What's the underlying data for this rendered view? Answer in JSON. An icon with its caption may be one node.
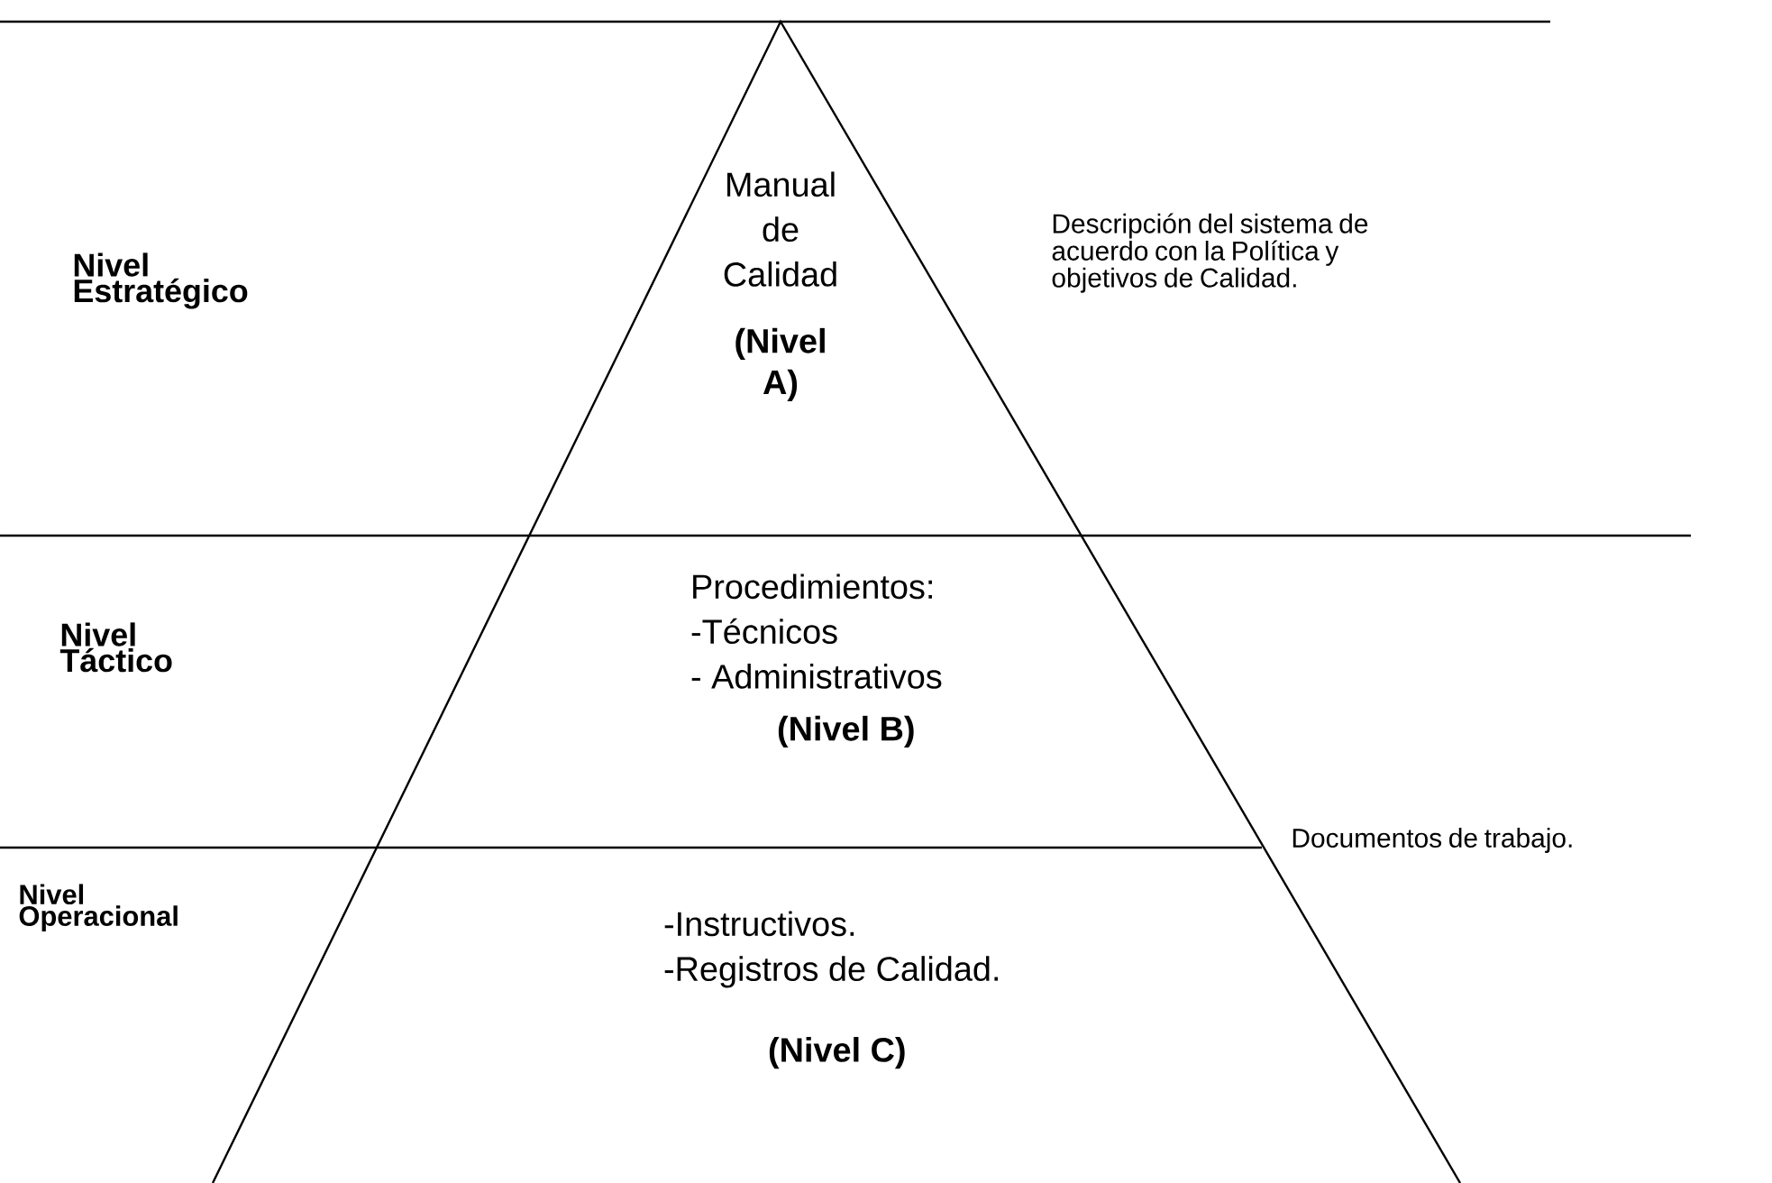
{
  "diagram": {
    "nodes": [
      {
        "text": [
          "Manual de Calidad",
          "(Nivel A)"
        ]
      },
      {
        "text": [
          "Procedimientos:",
          "-Técnicos",
          "- Administrativos",
          "(Nivel B)"
        ]
      },
      {
        "text": [
          "-Instructivos.",
          "-Registros de Calidad.",
          "(Nivel C)"
        ]
      }
    ],
    "edges": [],
    "labels": [
      "Nivel Estratégico",
      "Descripción del sistema de acuerdo con la Política y objetivos de Calidad.",
      "Nivel Táctico",
      "Documentos de trabajo.",
      "Nivel Operacional"
    ]
  }
}
